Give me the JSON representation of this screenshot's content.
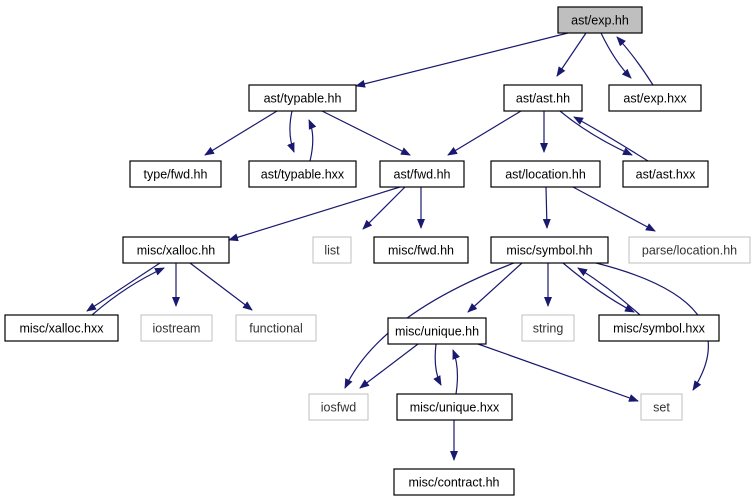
{
  "diagram": {
    "nodes": [
      {
        "id": "ast_exp_hh",
        "label": "ast/exp.hh",
        "style": "root"
      },
      {
        "id": "ast_typable_hh",
        "label": "ast/typable.hh",
        "style": "normal"
      },
      {
        "id": "ast_ast_hh",
        "label": "ast/ast.hh",
        "style": "normal"
      },
      {
        "id": "ast_exp_hxx",
        "label": "ast/exp.hxx",
        "style": "normal"
      },
      {
        "id": "type_fwd_hh",
        "label": "type/fwd.hh",
        "style": "normal"
      },
      {
        "id": "ast_typable_hxx",
        "label": "ast/typable.hxx",
        "style": "normal"
      },
      {
        "id": "ast_fwd_hh",
        "label": "ast/fwd.hh",
        "style": "normal"
      },
      {
        "id": "ast_location_hh",
        "label": "ast/location.hh",
        "style": "normal"
      },
      {
        "id": "ast_ast_hxx",
        "label": "ast/ast.hxx",
        "style": "normal"
      },
      {
        "id": "misc_xalloc_hh",
        "label": "misc/xalloc.hh",
        "style": "normal"
      },
      {
        "id": "list",
        "label": "list",
        "style": "external"
      },
      {
        "id": "misc_fwd_hh",
        "label": "misc/fwd.hh",
        "style": "normal"
      },
      {
        "id": "misc_symbol_hh",
        "label": "misc/symbol.hh",
        "style": "normal"
      },
      {
        "id": "parse_location_hh",
        "label": "parse/location.hh",
        "style": "external"
      },
      {
        "id": "misc_xalloc_hxx",
        "label": "misc/xalloc.hxx",
        "style": "normal"
      },
      {
        "id": "iostream",
        "label": "iostream",
        "style": "external"
      },
      {
        "id": "functional",
        "label": "functional",
        "style": "external"
      },
      {
        "id": "misc_unique_hh",
        "label": "misc/unique.hh",
        "style": "normal"
      },
      {
        "id": "string",
        "label": "string",
        "style": "external"
      },
      {
        "id": "misc_symbol_hxx",
        "label": "misc/symbol.hxx",
        "style": "normal"
      },
      {
        "id": "iosfwd",
        "label": "iosfwd",
        "style": "external"
      },
      {
        "id": "misc_unique_hxx",
        "label": "misc/unique.hxx",
        "style": "normal"
      },
      {
        "id": "set",
        "label": "set",
        "style": "external"
      },
      {
        "id": "misc_contract_hh",
        "label": "misc/contract.hh",
        "style": "normal"
      }
    ],
    "edges": [
      {
        "from": "ast_exp_hh",
        "to": "ast_typable_hh"
      },
      {
        "from": "ast_exp_hh",
        "to": "ast_ast_hh"
      },
      {
        "from": "ast_exp_hh",
        "to": "ast_exp_hxx"
      },
      {
        "from": "ast_exp_hxx",
        "to": "ast_exp_hh"
      },
      {
        "from": "ast_typable_hh",
        "to": "type_fwd_hh"
      },
      {
        "from": "ast_typable_hh",
        "to": "ast_typable_hxx"
      },
      {
        "from": "ast_typable_hxx",
        "to": "ast_typable_hh"
      },
      {
        "from": "ast_typable_hh",
        "to": "ast_fwd_hh"
      },
      {
        "from": "ast_ast_hh",
        "to": "ast_fwd_hh"
      },
      {
        "from": "ast_ast_hh",
        "to": "ast_location_hh"
      },
      {
        "from": "ast_ast_hh",
        "to": "ast_ast_hxx"
      },
      {
        "from": "ast_ast_hxx",
        "to": "ast_ast_hh"
      },
      {
        "from": "ast_fwd_hh",
        "to": "misc_xalloc_hh"
      },
      {
        "from": "ast_fwd_hh",
        "to": "list"
      },
      {
        "from": "ast_fwd_hh",
        "to": "misc_fwd_hh"
      },
      {
        "from": "ast_location_hh",
        "to": "misc_symbol_hh"
      },
      {
        "from": "ast_location_hh",
        "to": "parse_location_hh"
      },
      {
        "from": "misc_xalloc_hh",
        "to": "misc_xalloc_hxx"
      },
      {
        "from": "misc_xalloc_hxx",
        "to": "misc_xalloc_hh"
      },
      {
        "from": "misc_xalloc_hh",
        "to": "iostream"
      },
      {
        "from": "misc_xalloc_hh",
        "to": "functional"
      },
      {
        "from": "misc_symbol_hh",
        "to": "iosfwd"
      },
      {
        "from": "misc_symbol_hh",
        "to": "misc_unique_hh"
      },
      {
        "from": "misc_symbol_hh",
        "to": "string"
      },
      {
        "from": "misc_symbol_hh",
        "to": "misc_symbol_hxx"
      },
      {
        "from": "misc_symbol_hxx",
        "to": "misc_symbol_hh"
      },
      {
        "from": "misc_symbol_hh",
        "to": "set"
      },
      {
        "from": "misc_unique_hh",
        "to": "iosfwd"
      },
      {
        "from": "misc_unique_hh",
        "to": "misc_unique_hxx"
      },
      {
        "from": "misc_unique_hxx",
        "to": "misc_unique_hh"
      },
      {
        "from": "misc_unique_hh",
        "to": "set"
      },
      {
        "from": "misc_unique_hxx",
        "to": "misc_contract_hh"
      }
    ]
  },
  "colors": {
    "edge": "#191970",
    "node_border": "#000000",
    "external_border": "#bfbfbf",
    "root_fill": "#bfbfbf",
    "node_fill": "#ffffff"
  }
}
